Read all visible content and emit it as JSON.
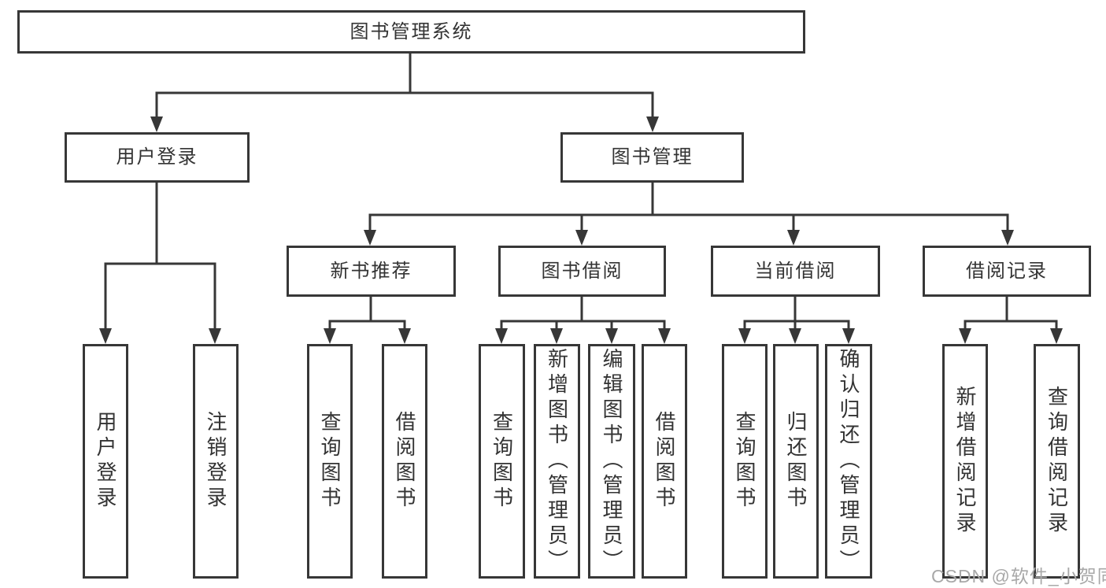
{
  "tree": {
    "root": "图书管理系统",
    "level2": {
      "login": "用户登录",
      "mgmt": "图书管理"
    },
    "level3": {
      "newbook": "新书推荐",
      "borrow": "图书借阅",
      "current": "当前借阅",
      "records": "借阅记录"
    },
    "leaves": {
      "login": [
        "用户登录",
        "注销登录"
      ],
      "newbook": [
        "查询图书",
        "借阅图书"
      ],
      "borrow": [
        "查询图书",
        "新增图书（管理员）",
        "编辑图书（管理员）",
        "借阅图书"
      ],
      "current": [
        "查询图书",
        "归还图书",
        "确认归还（管理员）"
      ],
      "records": [
        "新增借阅记录",
        "查询借阅记录"
      ]
    }
  },
  "watermark": {
    "text": "CSDN @软件_小贺同学"
  },
  "colors": {
    "line": "#373737",
    "text": "#333333",
    "watermark": "#a8a8a8",
    "background": "#ffffff"
  }
}
